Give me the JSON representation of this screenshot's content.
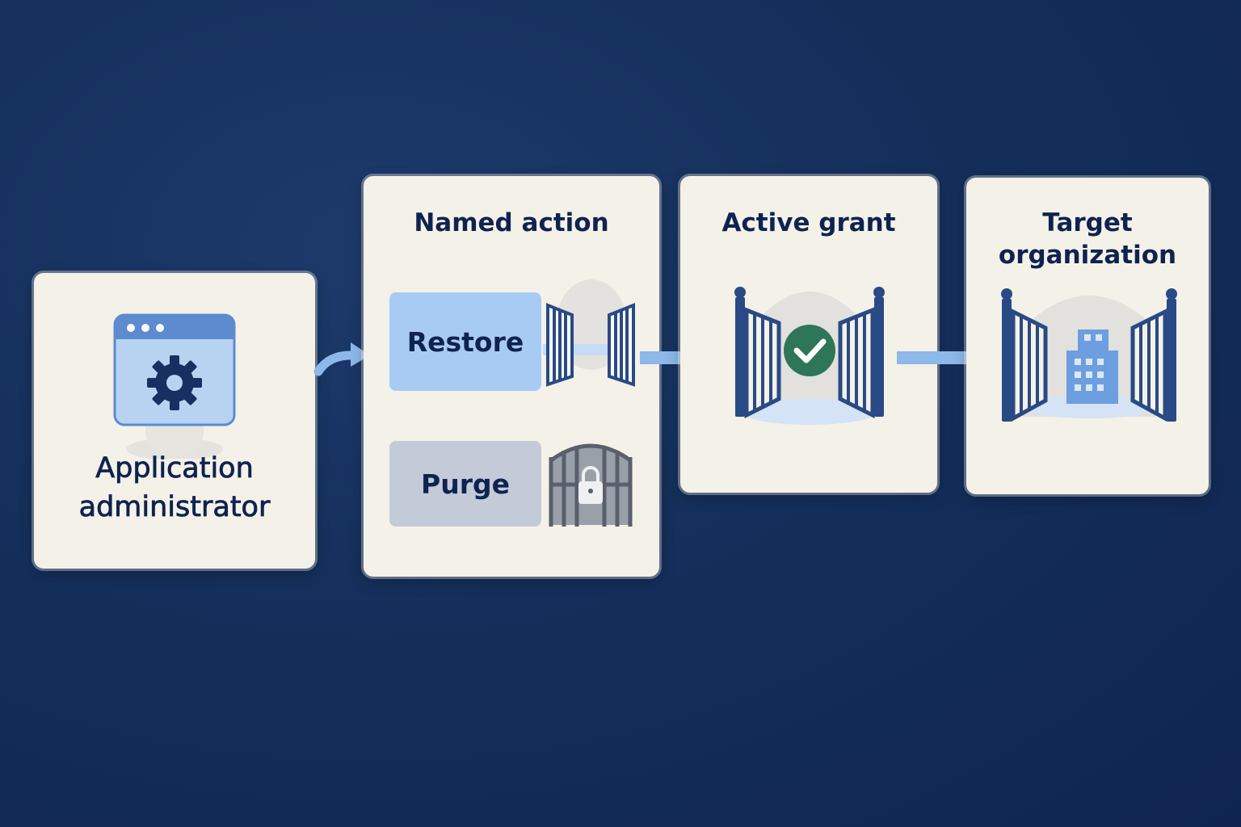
{
  "cards": {
    "admin": {
      "label_line1": "Application",
      "label_line2": "administrator"
    },
    "action": {
      "title": "Named action",
      "options": [
        {
          "label": "Restore",
          "state": "open"
        },
        {
          "label": "Purge",
          "state": "locked"
        }
      ]
    },
    "grant": {
      "title": "Active grant"
    },
    "target": {
      "title_line1": "Target",
      "title_line2": "organization"
    }
  },
  "icons": {
    "admin": "app-window-gear-icon",
    "gate_open": "open-gate-icon",
    "gate_locked": "locked-gate-icon",
    "check": "check-circle-icon",
    "building": "building-icon"
  },
  "colors": {
    "background": "#13305e",
    "card": "#f4f1e8",
    "text": "#0f2350",
    "gate": "#294a85",
    "arrow": "#8db8ea",
    "restore_fill": "#a8cbf3",
    "purge_fill": "#c3cbd8",
    "check": "#2f7558"
  }
}
